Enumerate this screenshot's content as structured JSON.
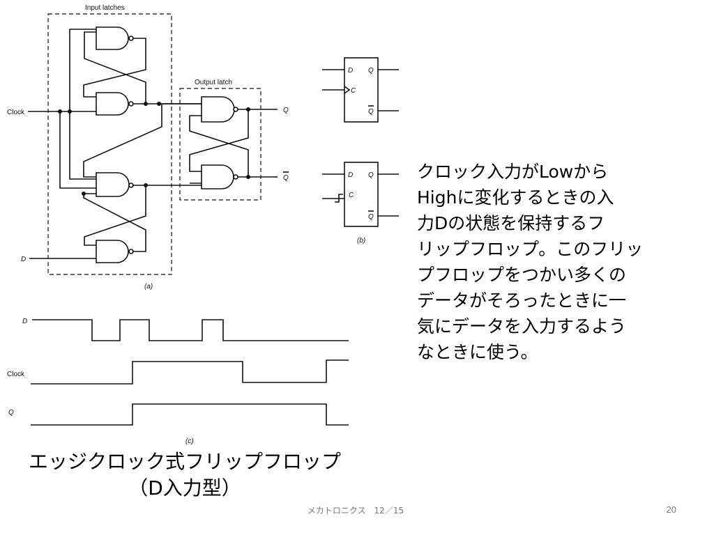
{
  "figure_a": {
    "input_latches_label": "Input latches",
    "output_latch_label": "Output latch",
    "clock_label": "Clock",
    "d_label": "D",
    "q_label": "Q",
    "qbar_label": "Q",
    "caption": "(a)"
  },
  "figure_b": {
    "d_label": "D",
    "c_label": "C",
    "q_label": "Q",
    "qbar_label": "Q",
    "caption": "(b)"
  },
  "figure_c": {
    "d_label": "D",
    "clock_label": "Clock",
    "q_label": "Q",
    "caption": "(c)"
  },
  "description": "クロック入力がLowから\nHighに変化するときの入\n力Dの状態を保持するフ\nリップフロップ。このフリッ\nプフロップをつかい多くの\nデータがそろったときに一\n気にデータを入力するよう\nなときに使う。",
  "title_line1": "エッジクロック式フリップフロップ",
  "title_line2": "（D入力型）",
  "footer": {
    "center": "メカトロニクス　12／15",
    "page": "20"
  }
}
